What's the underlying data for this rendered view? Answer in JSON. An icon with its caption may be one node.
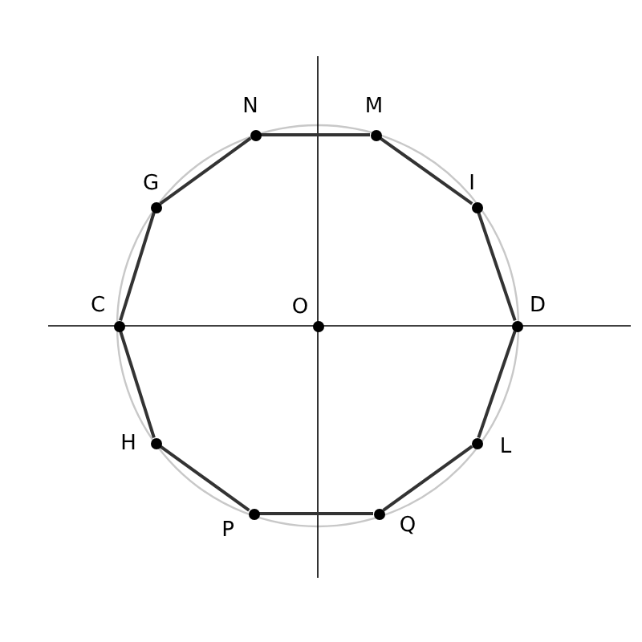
{
  "diagram": {
    "nodes": [
      {
        "text": [
          "D"
        ]
      },
      {
        "text": [
          "I"
        ]
      },
      {
        "text": [
          "M"
        ]
      },
      {
        "text": [
          "N"
        ]
      },
      {
        "text": [
          "G"
        ]
      },
      {
        "text": [
          "C"
        ]
      },
      {
        "text": [
          "H"
        ]
      },
      {
        "text": [
          "P"
        ]
      },
      {
        "text": [
          "Q"
        ]
      },
      {
        "text": [
          "L"
        ]
      },
      {
        "text": [
          "O"
        ]
      }
    ],
    "edges": [
      {
        "from": 0,
        "to": 1,
        "arrow": "none"
      },
      {
        "from": 1,
        "to": 2,
        "arrow": "none"
      },
      {
        "from": 2,
        "to": 3,
        "arrow": "none"
      },
      {
        "from": 3,
        "to": 4,
        "arrow": "none"
      },
      {
        "from": 4,
        "to": 5,
        "arrow": "none"
      },
      {
        "from": 5,
        "to": 6,
        "arrow": "none"
      },
      {
        "from": 6,
        "to": 7,
        "arrow": "none"
      },
      {
        "from": 7,
        "to": 8,
        "arrow": "none"
      },
      {
        "from": 8,
        "to": 9,
        "arrow": "none"
      },
      {
        "from": 9,
        "to": 0,
        "arrow": "none"
      }
    ]
  }
}
